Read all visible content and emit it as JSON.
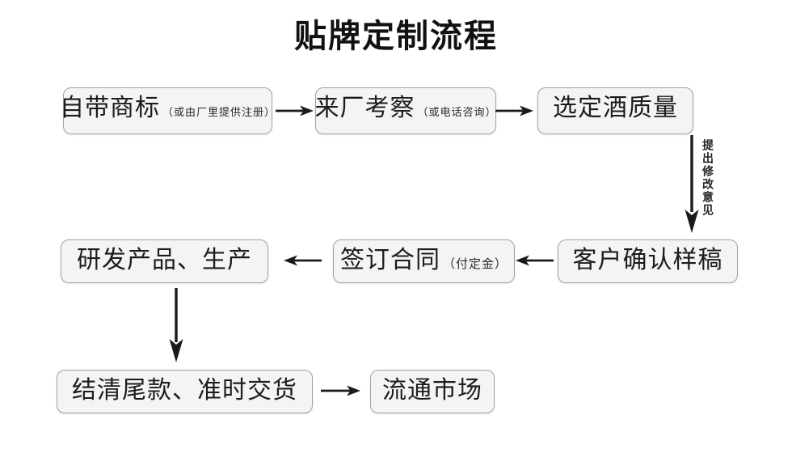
{
  "title": "贴牌定制流程",
  "colors": {
    "box_bg": "#f4f4f4",
    "box_border": "#a3a3a3",
    "arrow": "#1a1a1a",
    "text": "#1a1a1a"
  },
  "nodes": {
    "own_trademark": {
      "label": "自带商标",
      "note": "（或由厂里提供注册）"
    },
    "factory_visit": {
      "label": "来厂考察",
      "note": "（或电话咨询）"
    },
    "select_quality": {
      "label": "选定酒质量"
    },
    "customer_confirm": {
      "label": "客户确认样稿"
    },
    "sign_contract": {
      "label": "签订合同",
      "note": "（付定金）"
    },
    "develop_produce": {
      "label": "研发产品、生产"
    },
    "settle_deliver": {
      "label": "结清尾款、准时交货"
    },
    "market": {
      "label": "流通市场"
    }
  },
  "edges": {
    "feedback_label": "提出修改意见"
  }
}
